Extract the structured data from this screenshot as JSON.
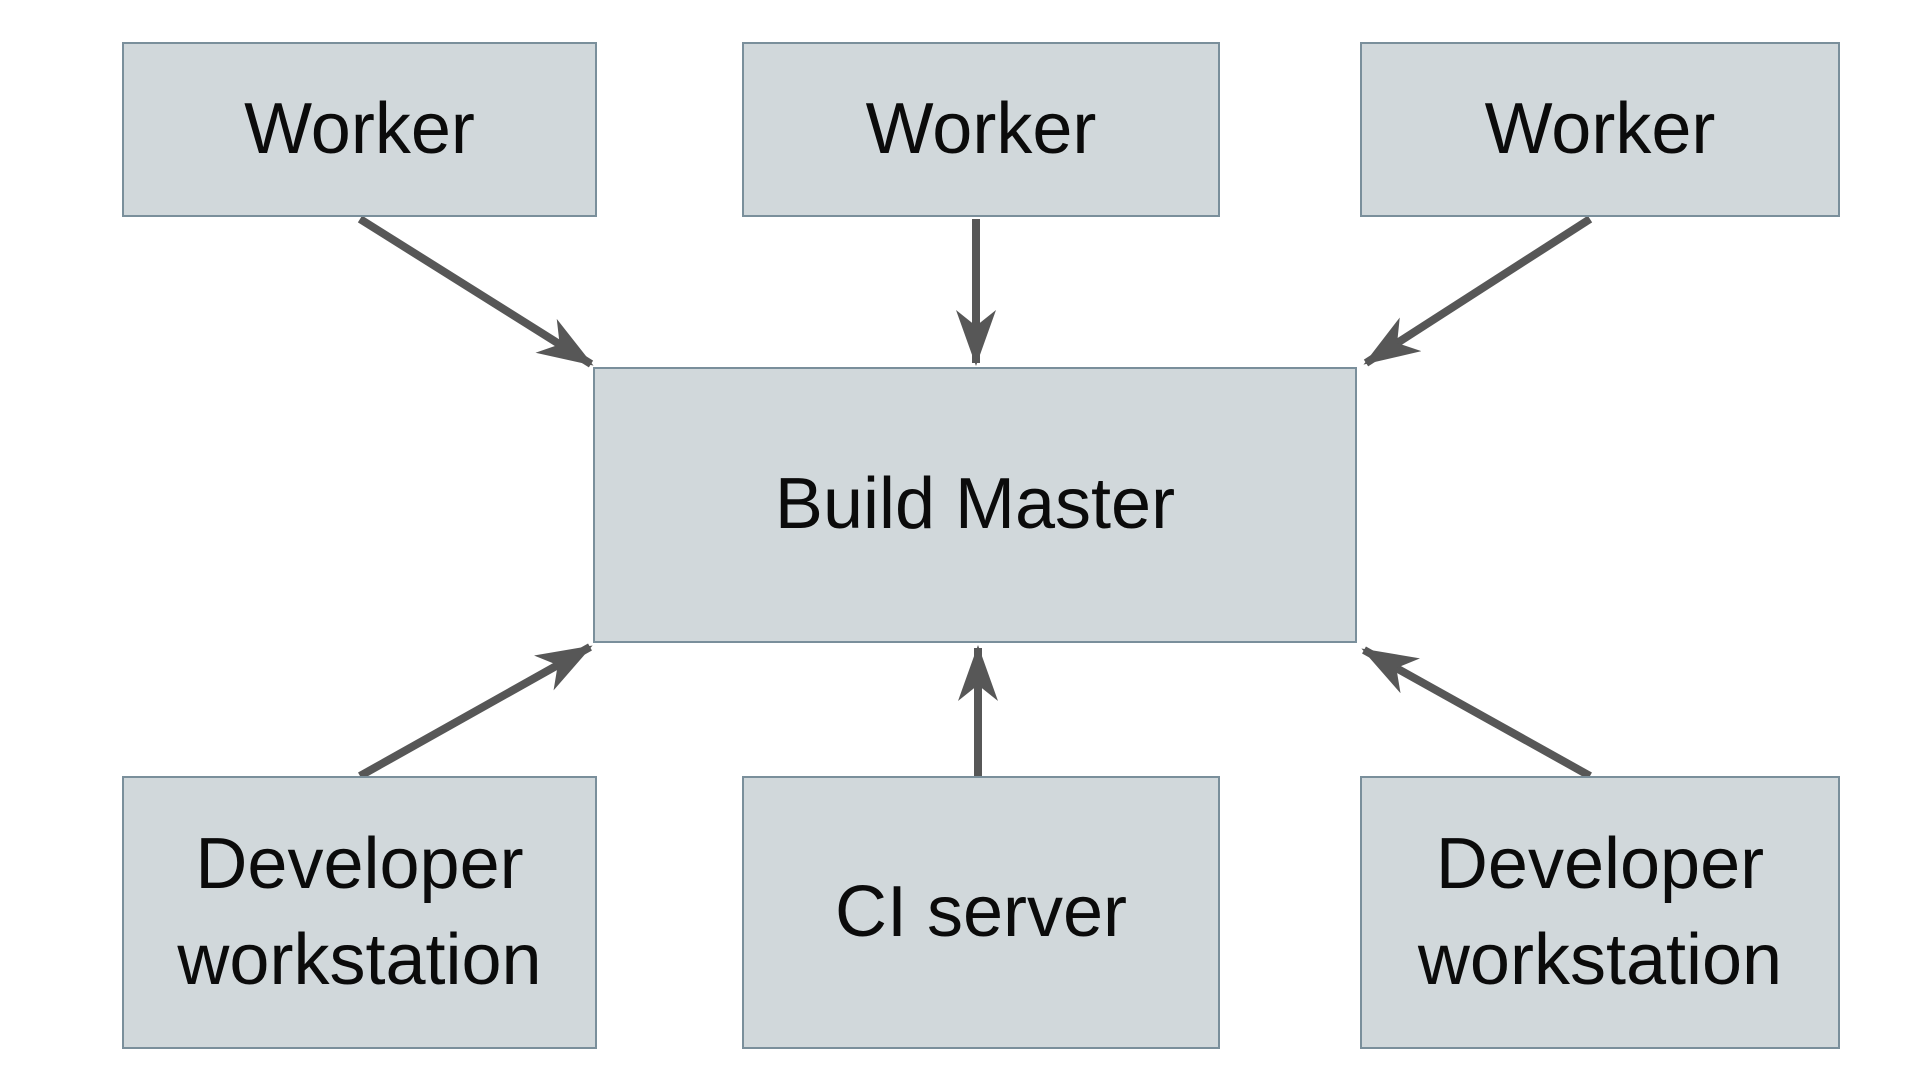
{
  "diagram": {
    "type": "architecture-diagram",
    "nodes": [
      {
        "id": "worker-1",
        "label": "Worker"
      },
      {
        "id": "worker-2",
        "label": "Worker"
      },
      {
        "id": "worker-3",
        "label": "Worker"
      },
      {
        "id": "build-master",
        "label": "Build Master"
      },
      {
        "id": "developer-workstation-1",
        "label": "Developer workstation"
      },
      {
        "id": "ci-server",
        "label": "CI server"
      },
      {
        "id": "developer-workstation-2",
        "label": "Developer workstation"
      }
    ],
    "edges": [
      {
        "from": "worker-1",
        "to": "build-master"
      },
      {
        "from": "worker-2",
        "to": "build-master"
      },
      {
        "from": "worker-3",
        "to": "build-master"
      },
      {
        "from": "developer-workstation-1",
        "to": "build-master"
      },
      {
        "from": "ci-server",
        "to": "build-master"
      },
      {
        "from": "developer-workstation-2",
        "to": "build-master"
      }
    ],
    "colors": {
      "background": "#ffffff",
      "node_fill": "#d1d8db",
      "node_border": "#7a8f9b",
      "arrow": "#575757",
      "text": "#0b0b0b"
    }
  }
}
